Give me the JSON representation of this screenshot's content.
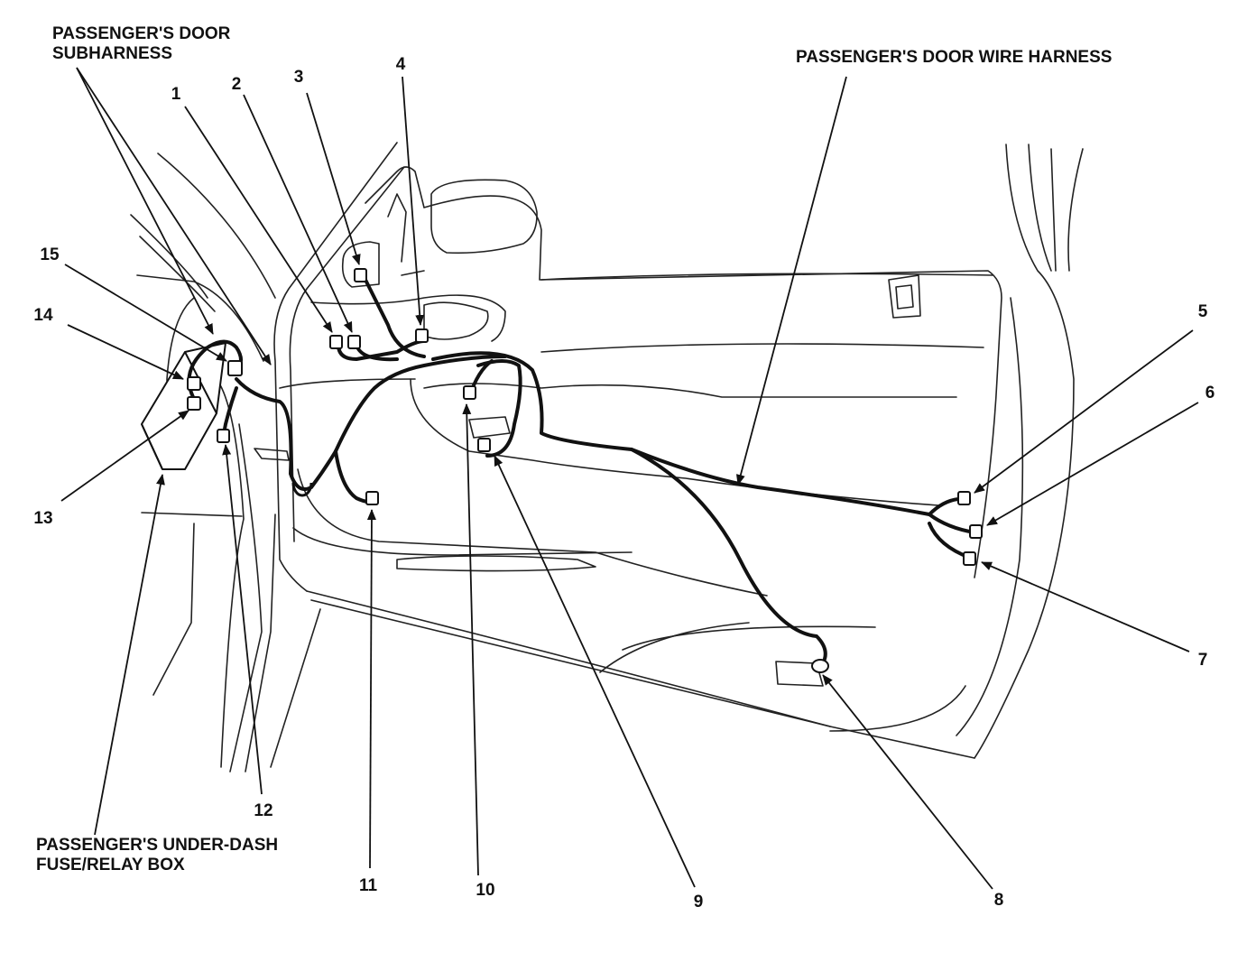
{
  "labels": {
    "door_subharness_line1": "PASSENGER'S DOOR",
    "door_subharness_line2": "SUBHARNESS",
    "door_wire_harness": "PASSENGER'S DOOR WIRE HARNESS",
    "fuse_box_line1": "PASSENGER'S UNDER-DASH",
    "fuse_box_line2": "FUSE/RELAY BOX"
  },
  "callouts": [
    "1",
    "2",
    "3",
    "4",
    "5",
    "6",
    "7",
    "8",
    "9",
    "10",
    "11",
    "12",
    "13",
    "14",
    "15"
  ],
  "colors": {
    "ink": "#111111",
    "background": "#ffffff"
  }
}
